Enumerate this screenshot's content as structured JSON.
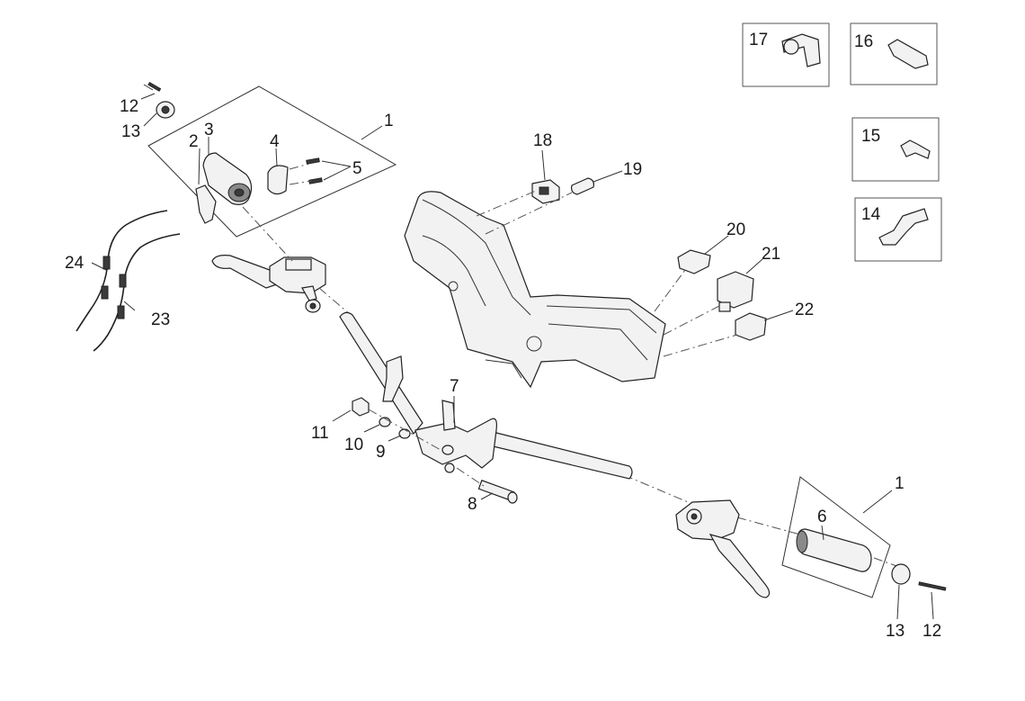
{
  "labels": {
    "l1a": "1",
    "l2": "2",
    "l3": "3",
    "l4": "4",
    "l5": "5",
    "l12a": "12",
    "l13a": "13",
    "l24": "24",
    "l23": "23",
    "l18": "18",
    "l19": "19",
    "l20": "20",
    "l21": "21",
    "l22": "22",
    "l7": "7",
    "l11": "11",
    "l10": "10",
    "l9": "9",
    "l8": "8",
    "l1b": "1",
    "l6": "6",
    "l13b": "13",
    "l12b": "12",
    "l17": "17",
    "l16": "16",
    "l15": "15",
    "l14": "14"
  }
}
